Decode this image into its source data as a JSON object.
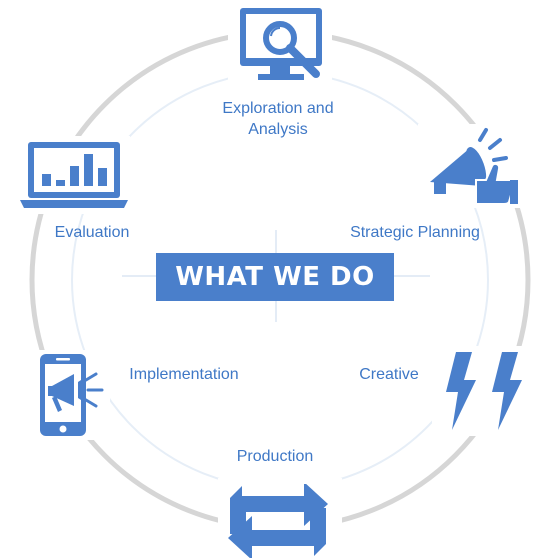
{
  "title": "WHAT WE DO",
  "steps": [
    {
      "label_lines": [
        "Exploration and",
        "Analysis"
      ],
      "icon": "monitor-magnifier-icon"
    },
    {
      "label_lines": [
        "Strategic Planning"
      ],
      "icon": "megaphone-thumbs-up-icon"
    },
    {
      "label_lines": [
        "Creative"
      ],
      "icon": "lightning-bolts-icon"
    },
    {
      "label_lines": [
        "Production"
      ],
      "icon": "refresh-arrows-icon"
    },
    {
      "label_lines": [
        "Implementation"
      ],
      "icon": "phone-megaphone-icon"
    },
    {
      "label_lines": [
        "Evaluation"
      ],
      "icon": "laptop-bar-chart-icon"
    }
  ],
  "colors": {
    "accent": "#4a7fcb",
    "ring": "#d6d6d6",
    "inner_ring": "#e6eef7",
    "text": "#3f78c6"
  }
}
